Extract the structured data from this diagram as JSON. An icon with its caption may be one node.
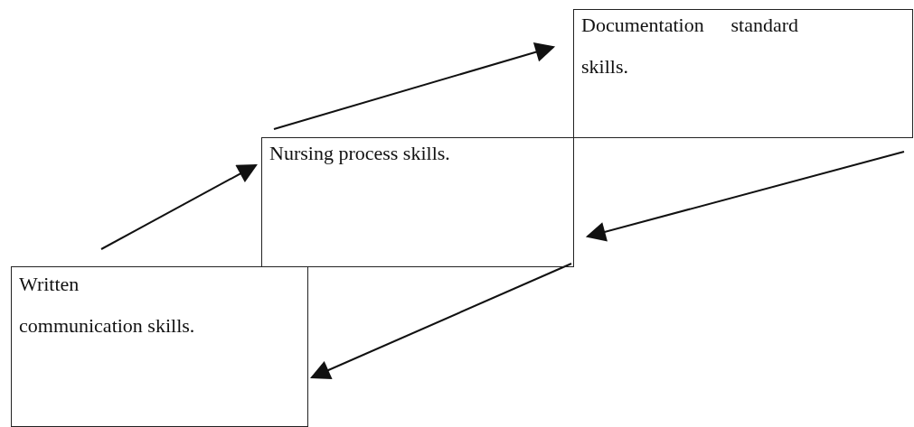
{
  "diagram": {
    "nodes": [
      {
        "text": [
          "Documentation standard skills."
        ]
      },
      {
        "text": [
          "Nursing process skills."
        ]
      },
      {
        "text": [
          "Written communication skills."
        ]
      }
    ],
    "edges": [
      {
        "from": 2,
        "to": 1,
        "arrow": "to"
      },
      {
        "from": 1,
        "to": 0,
        "arrow": "to"
      },
      {
        "from": 0,
        "to": 1,
        "arrow": "to"
      },
      {
        "from": 1,
        "to": 2,
        "arrow": "to"
      }
    ]
  }
}
